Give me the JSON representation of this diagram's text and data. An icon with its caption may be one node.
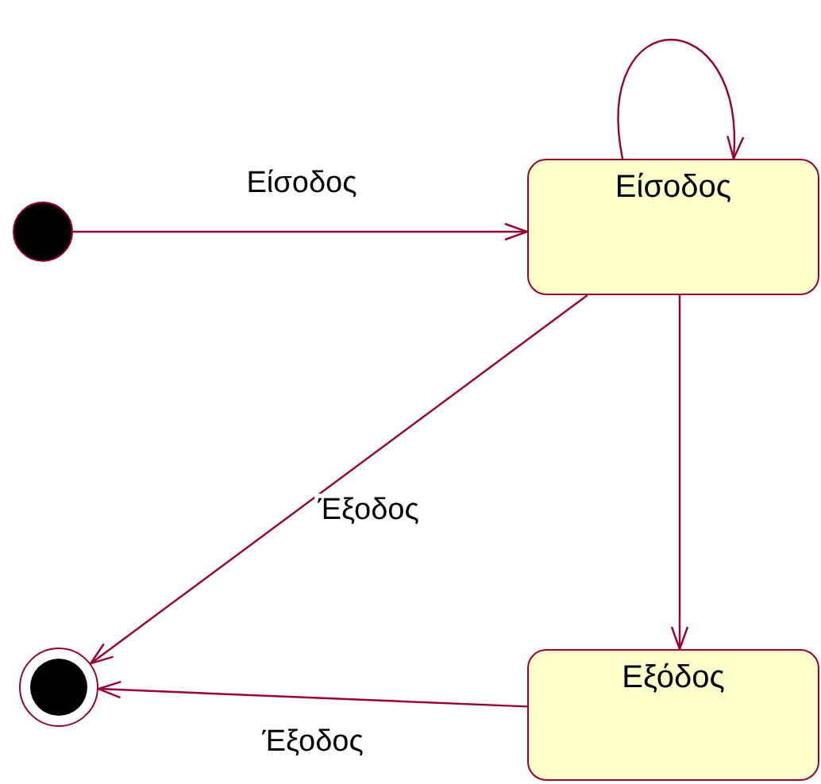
{
  "diagram": {
    "nodes": [
      {
        "text": [],
        "shape": "circle"
      },
      {
        "text": [
          "Είσοδος"
        ]
      },
      {
        "text": [
          "Εξόδος"
        ]
      },
      {
        "text": [],
        "shape": "circle"
      }
    ],
    "edges": [
      {
        "from": 0,
        "to": 1,
        "arrow": "to",
        "label": "Είσοδος"
      },
      {
        "from": 1,
        "to": 1,
        "arrow": "to"
      },
      {
        "from": 1,
        "to": 3,
        "arrow": "to",
        "label": "Έξοδος"
      },
      {
        "from": 1,
        "to": 2,
        "arrow": "to"
      },
      {
        "from": 2,
        "to": 3,
        "arrow": "to",
        "label": "Έξοδος"
      }
    ]
  }
}
